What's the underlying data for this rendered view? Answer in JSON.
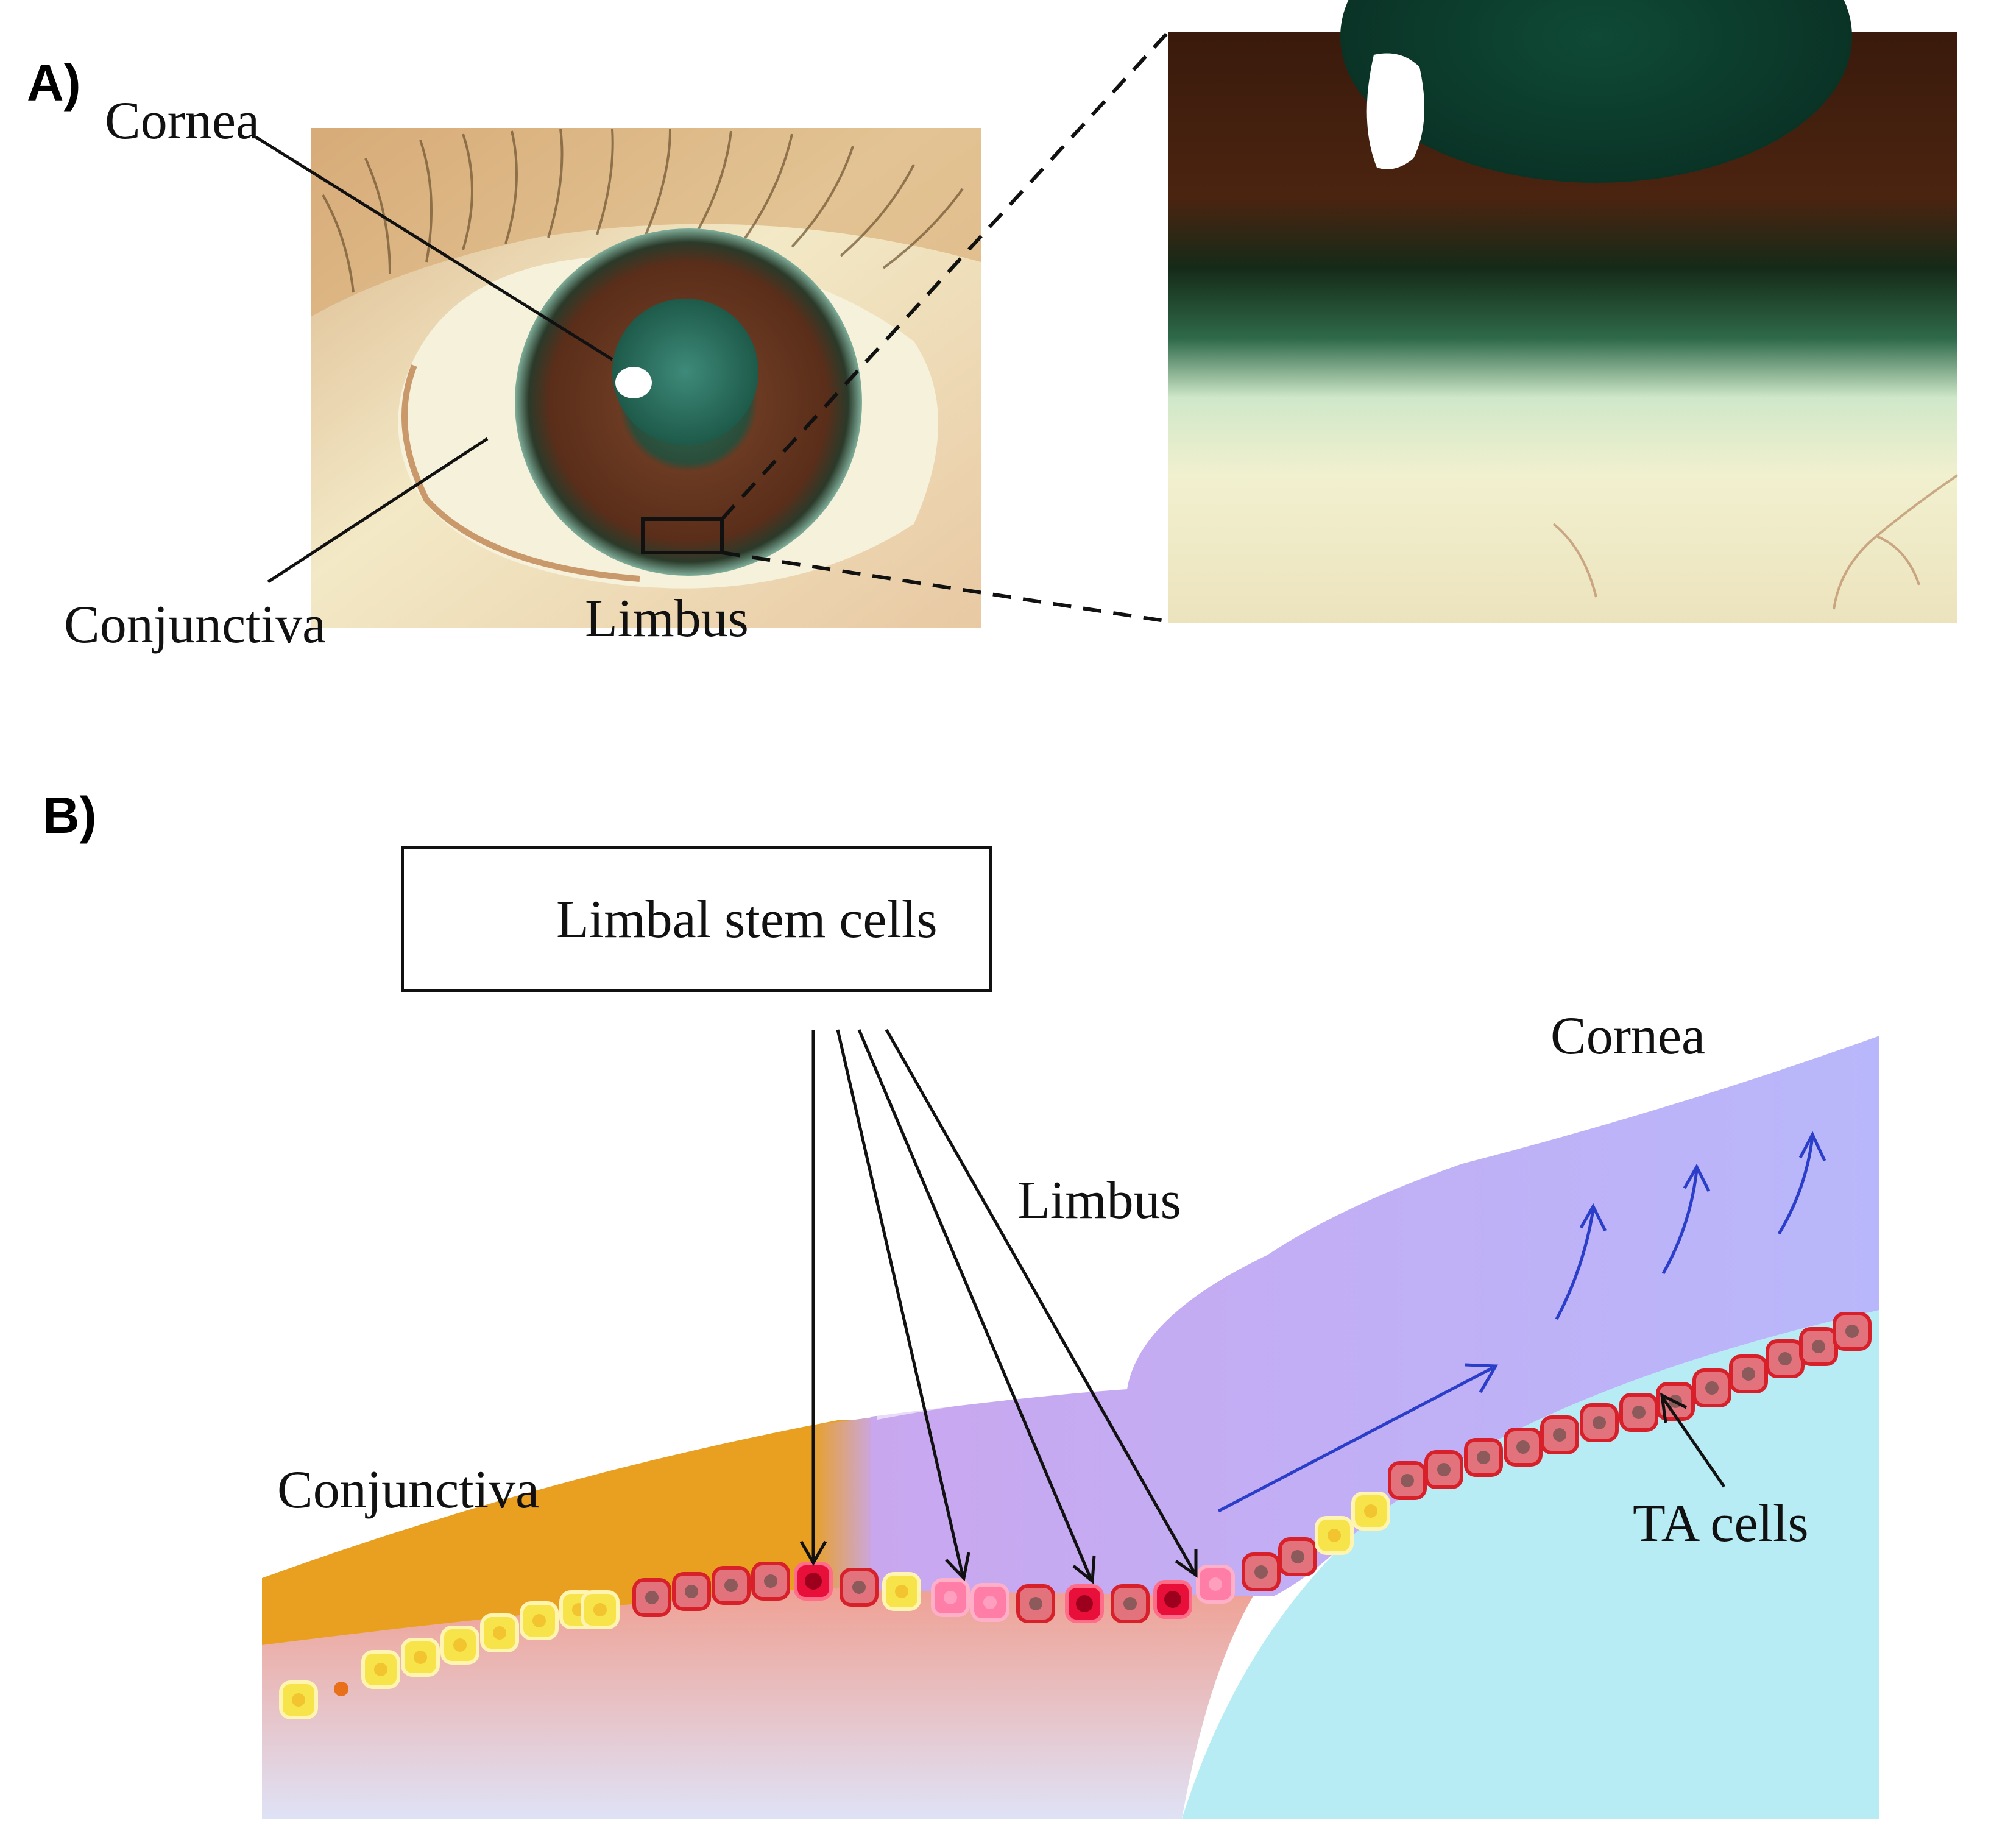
{
  "panel_a": {
    "label": "A)",
    "labels": {
      "cornea": "Cornea",
      "conjunctiva": "Conjunctiva",
      "limbus": "Limbus"
    }
  },
  "panel_b": {
    "label": "B)",
    "legend": {
      "text": "Limbal stem cells"
    },
    "labels": {
      "cornea": "Cornea",
      "limbus": "Limbus",
      "conjunctiva": "Conjunctiva",
      "ta_cells": "TA cells"
    }
  },
  "colors": {
    "stem_cell": "#e8103a",
    "ta_cell": "#e2737c",
    "conjunctival_cell": "#f7e44a",
    "conjunctiva_tissue": "#e9a021",
    "limbus_tissue": "#c9a7ef",
    "cornea_tissue": "#b3c4fb",
    "stroma": "#b7ecf5",
    "migration_arrow": "#2a3ec9"
  }
}
